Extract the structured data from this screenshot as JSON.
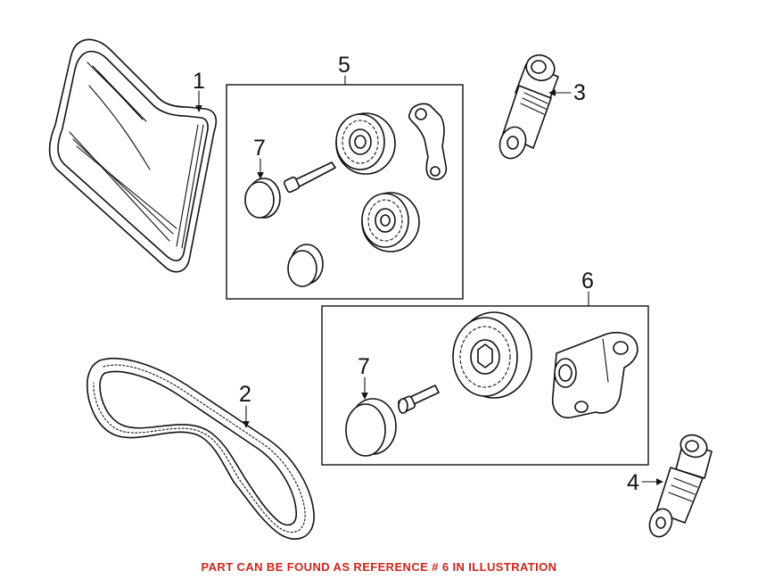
{
  "diagram": {
    "callouts": {
      "belt_ribbed": "1",
      "belt_toothed": "2",
      "tensioner_upper": "3",
      "tensioner_lower": "4",
      "kit_upper": "5",
      "kit_lower": "6",
      "cap_upper": "7",
      "cap_lower": "7"
    },
    "caption": "PART CAN BE FOUND AS REFERENCE # 6 IN ILLUSTRATION",
    "caption_color": "#d0241b",
    "line_color": "#111111"
  }
}
